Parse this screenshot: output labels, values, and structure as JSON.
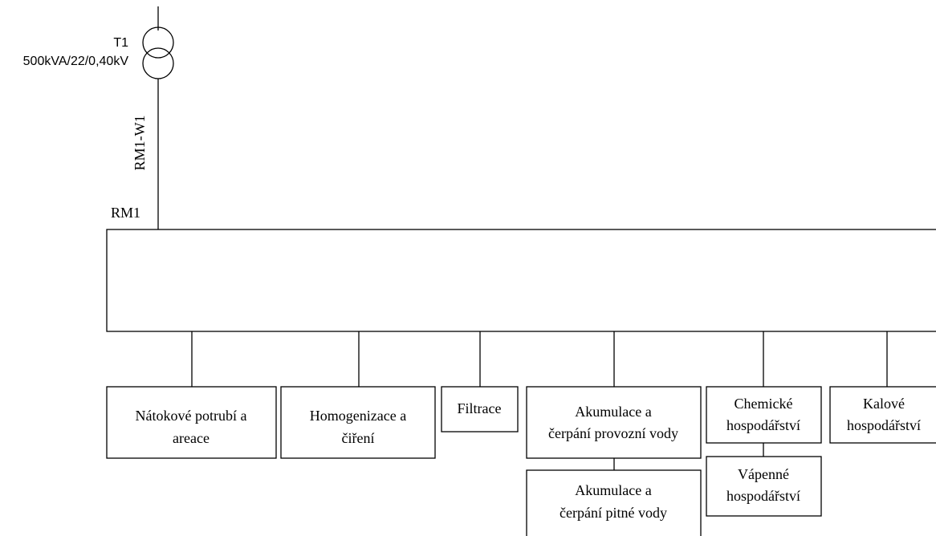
{
  "transformer": {
    "id": "T1",
    "rating": "500kVA/22/0,40kV"
  },
  "cable": {
    "label": "RM1-W1"
  },
  "switchboard": {
    "label": "RM1"
  },
  "loads": [
    {
      "line1": "Nátokové potrubí a",
      "line2": "areace"
    },
    {
      "line1": "Homogenizace a",
      "line2": "čiření"
    },
    {
      "line1": "Filtrace",
      "line2": ""
    },
    {
      "line1": "Akumulace a",
      "line2": "čerpání provozní vody"
    },
    {
      "line1": "Chemické",
      "line2": "hospodářství"
    },
    {
      "line1": "Kalové",
      "line2": "hospodářství"
    }
  ],
  "subloads": [
    {
      "line1": "Akumulace a",
      "line2": "čerpání pitné vody"
    },
    {
      "line1": "Vápenné",
      "line2": "hospodářství"
    }
  ]
}
